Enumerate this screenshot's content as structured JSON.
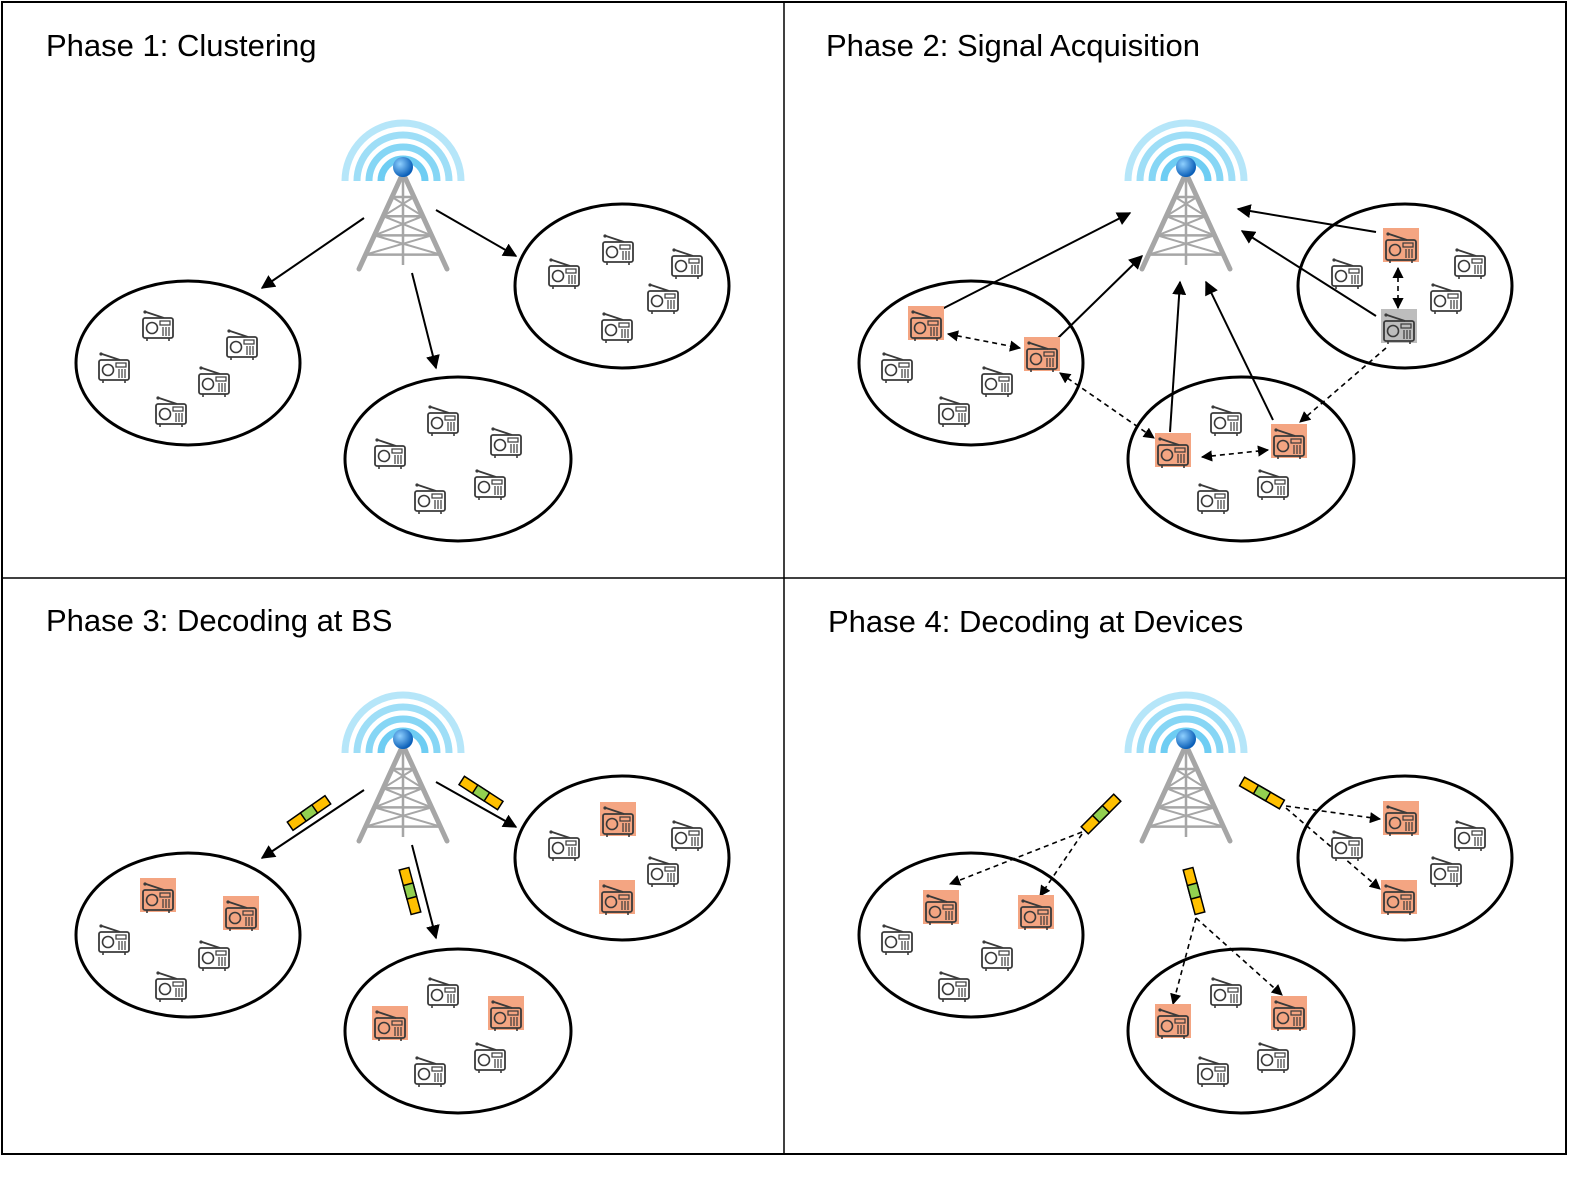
{
  "panels": [
    {
      "title": "Phase 1: Clustering"
    },
    {
      "title": "Phase 2: Signal Acquisition"
    },
    {
      "title": "Phase 3: Decoding at BS"
    },
    {
      "title": "Phase 4: Decoding at Devices"
    }
  ],
  "colors": {
    "border": "#000000",
    "tower": "#a6a6a6",
    "tower_tip": "#1e88e5",
    "waves": "#5ec8f2",
    "device_stroke": "#3a3a3a",
    "device_highlight": "#f4a582",
    "device_relay": "#bdbdbd",
    "packet_yellow": "#ffc000",
    "packet_green": "#92d050"
  },
  "icons": {
    "base_station": "cell-tower-icon",
    "device": "radio-device-icon",
    "packet": "data-packet-icon"
  }
}
